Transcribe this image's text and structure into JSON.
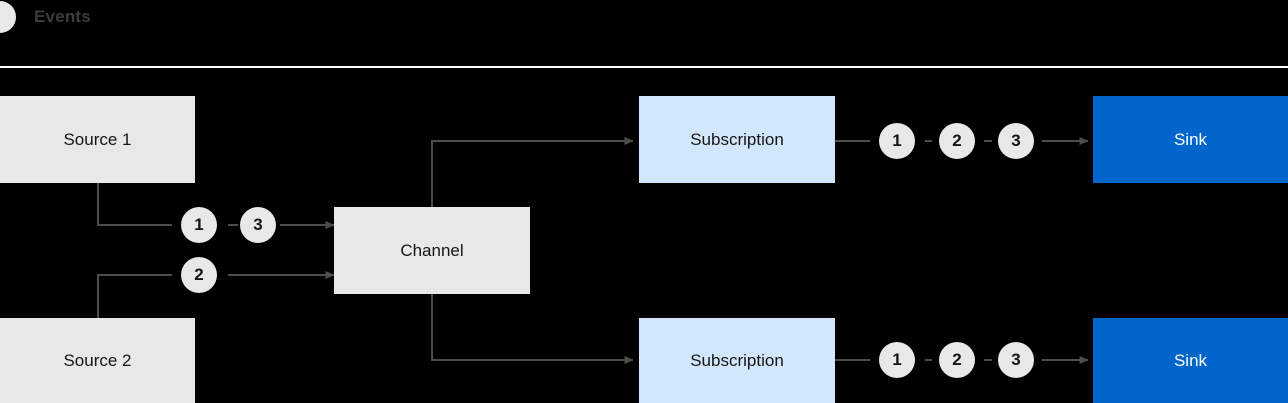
{
  "legend": {
    "label": "Events",
    "dot_color": "#e8e8e8",
    "label_color": "#3c3c3c"
  },
  "colors": {
    "background": "#000000",
    "divider": "#ffffff",
    "source_box": "#e8e8e8",
    "channel_box": "#e8e8e8",
    "subscription_box": "#d2e7fb",
    "sink_box": "#0066cc",
    "sink_text": "#ffffff",
    "arrow": "#4d4d4d",
    "token": "#e8e8e8"
  },
  "nodes": {
    "source1": {
      "label": "Source 1"
    },
    "source2": {
      "label": "Source 2"
    },
    "channel": {
      "label": "Channel"
    },
    "subscription1": {
      "label": "Subscription"
    },
    "subscription2": {
      "label": "Subscription"
    },
    "sink1": {
      "label": "Sink"
    },
    "sink2": {
      "label": "Sink"
    }
  },
  "tokens": {
    "source1_out": [
      "1",
      "3"
    ],
    "source2_out": [
      "2"
    ],
    "subscription1_out": [
      "1",
      "2",
      "3"
    ],
    "subscription2_out": [
      "1",
      "2",
      "3"
    ]
  }
}
